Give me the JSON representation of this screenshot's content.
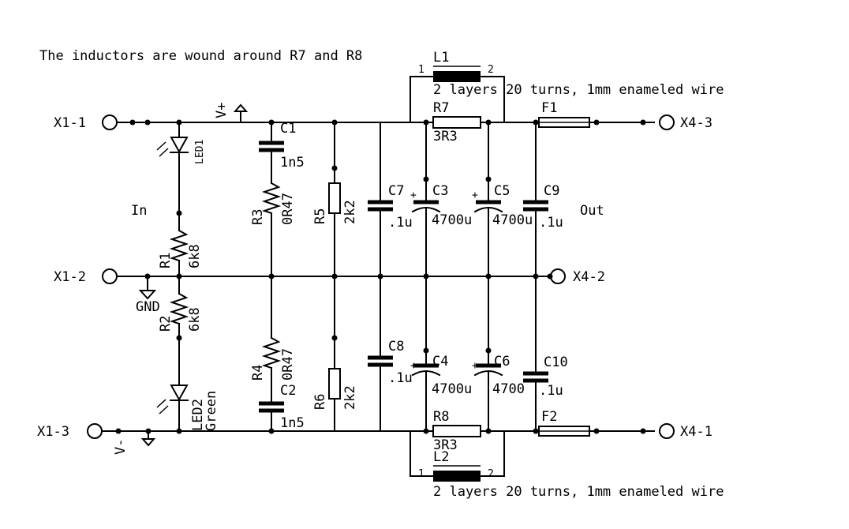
{
  "note": "The inductors are wound around R7 and R8",
  "terminals": {
    "x1_1": "X1-1",
    "x1_2": "X1-2",
    "x1_3": "X1-3",
    "x4_3": "X4-3",
    "x4_2": "X4-2",
    "x4_1": "X4-1"
  },
  "nets": {
    "vplus": "V+",
    "vminus": "V-",
    "gnd": "GND",
    "in": "In",
    "out": "Out"
  },
  "parts": {
    "led1": {
      "name": "LED1"
    },
    "led2": {
      "name": "LED2",
      "value": "Green"
    },
    "r1": {
      "name": "R1",
      "value": "6k8"
    },
    "r2": {
      "name": "R2",
      "value": "6k8"
    },
    "r3": {
      "name": "R3",
      "value": "0R47"
    },
    "r4": {
      "name": "R4",
      "value": "0R47"
    },
    "r5": {
      "name": "R5",
      "value": "2k2"
    },
    "r6": {
      "name": "R6",
      "value": "2k2"
    },
    "r7": {
      "name": "R7",
      "value": "3R3"
    },
    "r8": {
      "name": "R8",
      "value": "3R3"
    },
    "c1": {
      "name": "C1",
      "value": "1n5"
    },
    "c2": {
      "name": "C2",
      "value": "1n5"
    },
    "c3": {
      "name": "C3",
      "value": "4700u"
    },
    "c4": {
      "name": "C4",
      "value": "4700u"
    },
    "c5": {
      "name": "C5",
      "value": "4700u"
    },
    "c6": {
      "name": "C6",
      "value": "4700"
    },
    "c7": {
      "name": "C7",
      "value": ".1u"
    },
    "c8": {
      "name": "C8",
      "value": ".1u"
    },
    "c9": {
      "name": "C9",
      "value": ".1u"
    },
    "c10": {
      "name": "C10",
      "value": ".1u"
    },
    "f1": {
      "name": "F1"
    },
    "f2": {
      "name": "F2"
    },
    "l1": {
      "name": "L1",
      "pin1": "1",
      "pin2": "2",
      "note": "2 layers 20 turns, 1mm enameled wire"
    },
    "l2": {
      "name": "L2",
      "pin1": "1",
      "pin2": "2",
      "note": "2 layers 20 turns, 1mm enameled wire"
    }
  },
  "polarity": "+"
}
